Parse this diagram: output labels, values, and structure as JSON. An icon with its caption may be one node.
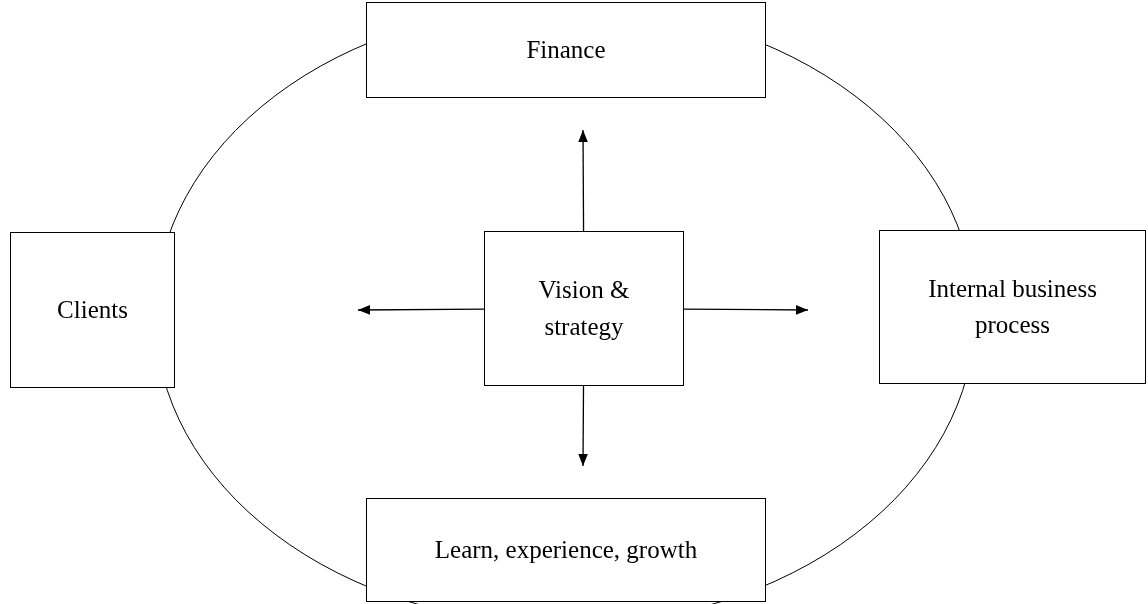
{
  "diagram": {
    "nodes": [
      {
        "text": [
          "Finance"
        ]
      },
      {
        "text": [
          "Clients"
        ]
      },
      {
        "text": [
          "Vision & strategy"
        ]
      },
      {
        "text": [
          "Internal business process"
        ]
      },
      {
        "text": [
          "Learn, experience, growth"
        ]
      }
    ],
    "edges": [
      {
        "from": 2,
        "to": null,
        "arrow": "to"
      },
      {
        "from": 2,
        "to": null,
        "arrow": "to"
      },
      {
        "from": 2,
        "to": null,
        "arrow": "to"
      },
      {
        "from": 2,
        "to": null,
        "arrow": "to"
      }
    ]
  }
}
